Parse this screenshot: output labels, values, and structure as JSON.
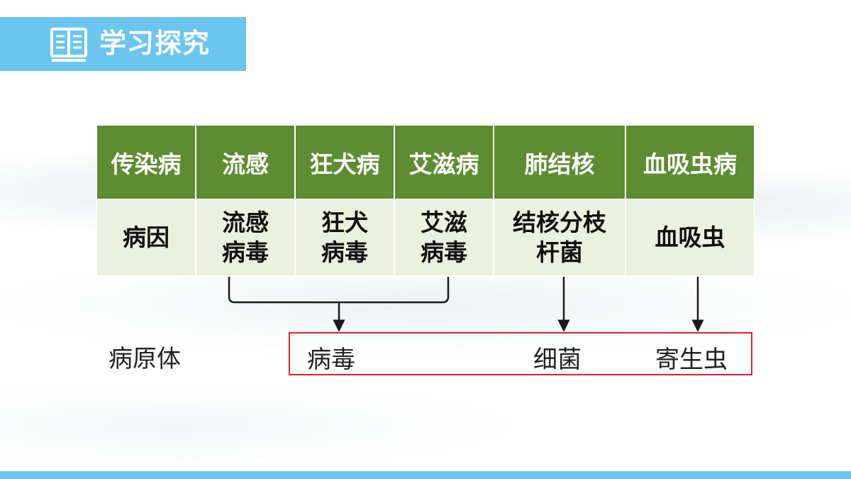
{
  "header": {
    "title": "学习探究",
    "icon": "book-icon",
    "band_color": "#6cc5ef"
  },
  "table": {
    "header_color": "#5e8c31",
    "body_color": "#ebf1de",
    "header_row": [
      "传染病",
      "流感",
      "狂犬病",
      "艾滋病",
      "肺结核",
      "血吸虫病"
    ],
    "cause_row": [
      "病因",
      "流感\n病毒",
      "狂犬\n病毒",
      "艾滋\n病毒",
      "结核分枝\n杆菌",
      "血吸虫"
    ]
  },
  "pathogen": {
    "label": "病原体",
    "items": [
      "病毒",
      "细菌",
      "寄生虫"
    ],
    "box_color": "#e0222b"
  }
}
